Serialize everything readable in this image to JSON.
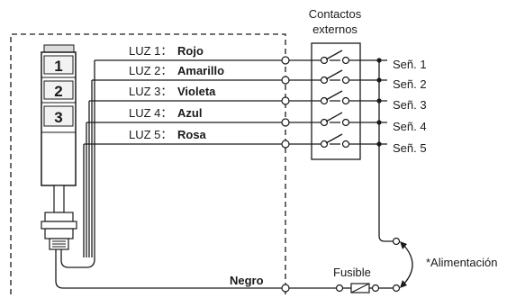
{
  "contacts_title_line1": "Contactos",
  "contacts_title_line2": "externos",
  "tower_labels": [
    "1",
    "2",
    "3"
  ],
  "lights": [
    {
      "label": "LUZ 1：",
      "color_name": "Rojo",
      "color": "#e53b3b"
    },
    {
      "label": "LUZ 2：",
      "color_name": "Amarillo",
      "color": "#f5c518"
    },
    {
      "label": "LUZ 3：",
      "color_name": "Violeta",
      "color": "#5b3aa8"
    },
    {
      "label": "LUZ 4：",
      "color_name": "Azul",
      "color": "#1f6fb5"
    },
    {
      "label": "LUZ 5：",
      "color_name": "Rosa",
      "color": "#e0579a"
    }
  ],
  "signals": [
    "Señ. 1",
    "Señ. 2",
    "Señ. 3",
    "Señ. 4",
    "Señ. 5"
  ],
  "common_wire_label": "Negro",
  "fuse_label": "Fusible",
  "power_label": "*Alimentación"
}
